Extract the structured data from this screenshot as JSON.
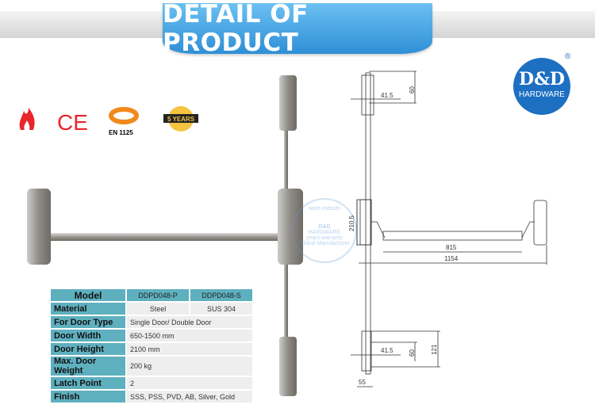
{
  "header": {
    "title": "DETAIL OF PRODUCT"
  },
  "brand": {
    "logo_text": "D&D",
    "logo_subtext": "HARDWARE",
    "registered": "®",
    "color": "#1d6fc2"
  },
  "certifications": [
    {
      "icon": "fire-icon"
    },
    {
      "icon": "ce-mark-icon",
      "label": "CE"
    },
    {
      "icon": "en-1125-icon",
      "label": "EN 1125"
    },
    {
      "icon": "5-years-warranty-icon",
      "label": "5 YEARS"
    }
  ],
  "watermark": {
    "lines": [
      "ware Industri",
      "D&D",
      "HARDWARE",
      "years warranty",
      "Global Manufacturer"
    ]
  },
  "spec_table": {
    "header": {
      "label": "Model",
      "models": [
        "DDPD048-P",
        "DDPD048-S"
      ]
    },
    "material": {
      "label": "Material",
      "values": [
        "Steel",
        "SUS 304"
      ]
    },
    "rows": [
      {
        "label": "For Door Type",
        "value": "Single Door/ Double Door"
      },
      {
        "label": "Door Width",
        "value": "650-1500 mm"
      },
      {
        "label": "Door Height",
        "value": "2100 mm"
      },
      {
        "label": "Max. Door Weight",
        "value": "200 kg"
      },
      {
        "label": "Latch Point",
        "value": "2"
      },
      {
        "label": "Finish",
        "value": "SSS, PSS, PVD, AB, Silver, Gold"
      }
    ]
  },
  "drawing": {
    "dims": {
      "top_offset": "41.5",
      "top_height": "60",
      "case_height": "210.5",
      "bar_length": "815",
      "total_length": "1154",
      "bottom_offset": "41.5",
      "bottom_height": "60",
      "bottom_total": "121",
      "bottom_width": "55"
    }
  },
  "colors": {
    "ribbon": "#3a9be0",
    "table_header": "#5fb0bf"
  }
}
